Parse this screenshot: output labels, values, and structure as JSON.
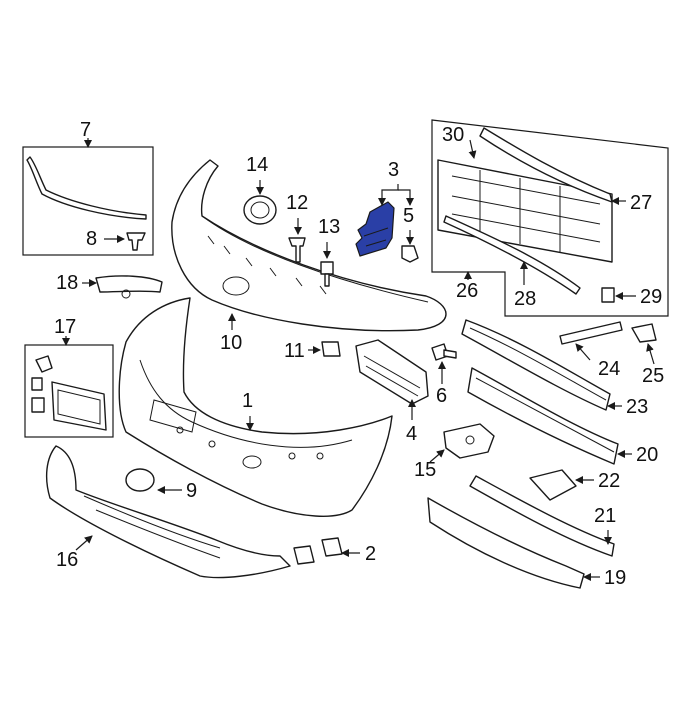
{
  "diagram": {
    "highlight_color": "#2a3fa6",
    "line_color": "#1a1a1a",
    "callouts": [
      {
        "id": "c1",
        "label": "1"
      },
      {
        "id": "c2",
        "label": "2"
      },
      {
        "id": "c3",
        "label": "3"
      },
      {
        "id": "c4",
        "label": "4"
      },
      {
        "id": "c5",
        "label": "5"
      },
      {
        "id": "c6",
        "label": "6"
      },
      {
        "id": "c7",
        "label": "7"
      },
      {
        "id": "c8",
        "label": "8"
      },
      {
        "id": "c9",
        "label": "9"
      },
      {
        "id": "c10",
        "label": "10"
      },
      {
        "id": "c11",
        "label": "11"
      },
      {
        "id": "c12",
        "label": "12"
      },
      {
        "id": "c13",
        "label": "13"
      },
      {
        "id": "c14",
        "label": "14"
      },
      {
        "id": "c15",
        "label": "15"
      },
      {
        "id": "c16",
        "label": "16"
      },
      {
        "id": "c17",
        "label": "17"
      },
      {
        "id": "c18",
        "label": "18"
      },
      {
        "id": "c19",
        "label": "19"
      },
      {
        "id": "c20",
        "label": "20"
      },
      {
        "id": "c21",
        "label": "21"
      },
      {
        "id": "c22",
        "label": "22"
      },
      {
        "id": "c23",
        "label": "23"
      },
      {
        "id": "c24",
        "label": "24"
      },
      {
        "id": "c25",
        "label": "25"
      },
      {
        "id": "c26",
        "label": "26"
      },
      {
        "id": "c27",
        "label": "27"
      },
      {
        "id": "c28",
        "label": "28"
      },
      {
        "id": "c29",
        "label": "29"
      },
      {
        "id": "c30",
        "label": "30"
      }
    ]
  }
}
